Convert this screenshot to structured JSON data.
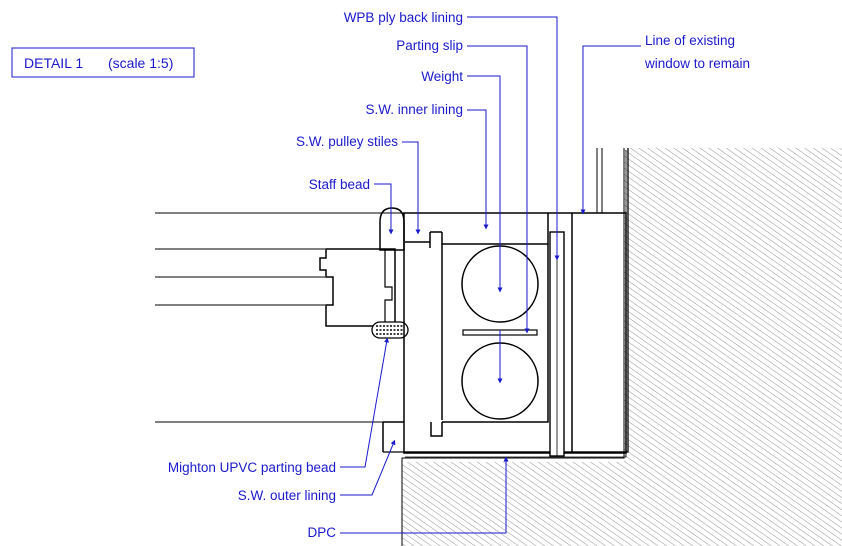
{
  "detail": {
    "title": "DETAIL 1",
    "scale": "(scale 1:5)"
  },
  "labels": {
    "wpb_ply": "WPB ply back lining",
    "parting_slip": "Parting slip",
    "existing_line_1": "Line of existing",
    "existing_line_2": "window to remain",
    "weight": "Weight",
    "inner_lining": "S.W. inner lining",
    "pulley_stiles": "S.W. pulley stiles",
    "staff_bead": "Staff bead",
    "parting_bead": "Mighton UPVC parting bead",
    "outer_lining": "S.W. outer lining",
    "dpc": "DPC"
  },
  "colors": {
    "annotation": "#1a1acc",
    "linework": "#000000",
    "hatch": "#777777"
  }
}
